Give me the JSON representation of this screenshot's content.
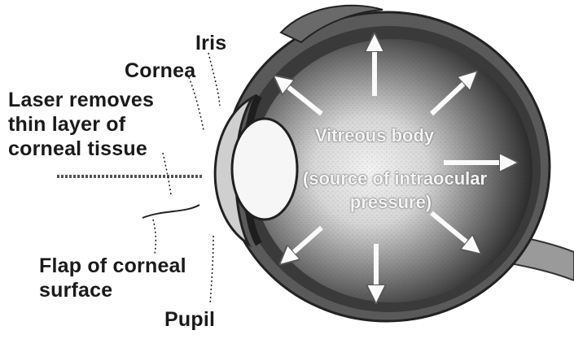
{
  "labels": {
    "iris": "Iris",
    "cornea": "Cornea",
    "laser_line1": "Laser removes",
    "laser_line2": "thin layer of",
    "laser_line3": "corneal tissue",
    "flap_line1": "Flap of corneal",
    "flap_line2": "surface",
    "pupil": "Pupil"
  },
  "vitreous": {
    "line1": "Vitreous body",
    "line2": "(source of intraocular",
    "line3": "pressure)"
  },
  "colors": {
    "ink": "#1a1a1a",
    "eye_dark": "#2b2b2b",
    "eye_light": "#f2f2f2"
  }
}
